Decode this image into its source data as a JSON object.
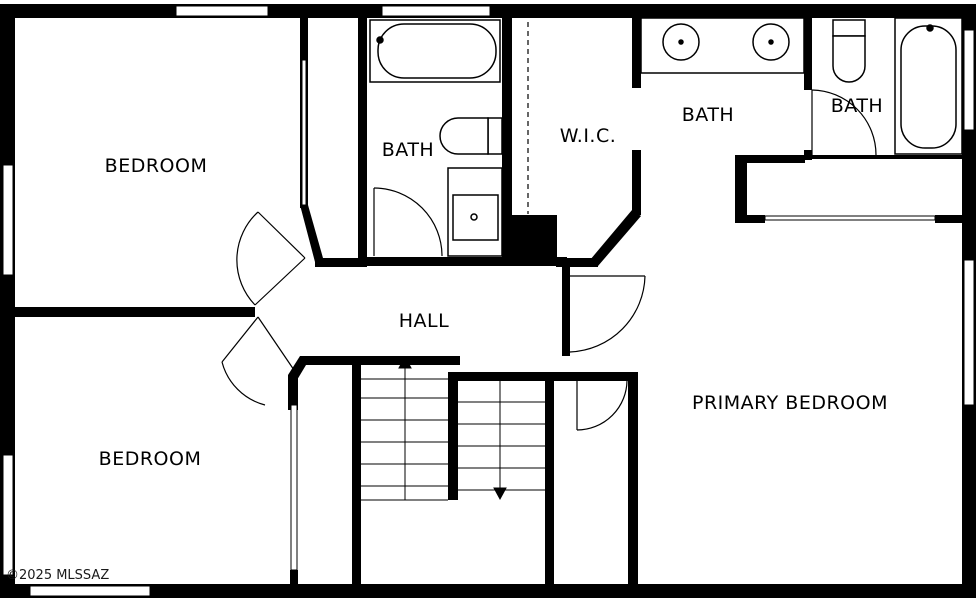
{
  "floor_plan": {
    "rooms": [
      {
        "id": "bedroom-1",
        "label": "BEDROOM"
      },
      {
        "id": "bath-1",
        "label": "BATH"
      },
      {
        "id": "wic",
        "label": "W.I.C."
      },
      {
        "id": "bath-2",
        "label": "BATH"
      },
      {
        "id": "bath-3",
        "label": "BATH"
      },
      {
        "id": "hall",
        "label": "HALL"
      },
      {
        "id": "bedroom-2",
        "label": "BEDROOM"
      },
      {
        "id": "primary-bedroom",
        "label": "PRIMARY BEDROOM"
      }
    ]
  },
  "watermark": "©2025 MLSSAZ",
  "colors": {
    "wall": "#000000",
    "background": "#ffffff",
    "fixture_fill": "#ffffff"
  }
}
